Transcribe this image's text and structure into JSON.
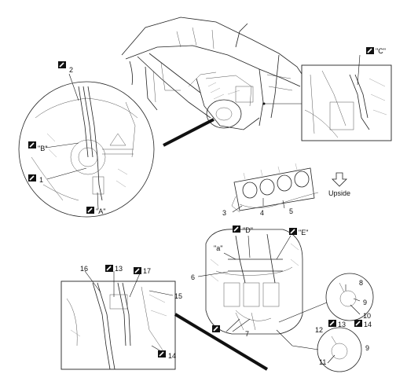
{
  "callouts": {
    "c1": "1",
    "c2": "2",
    "c3": "3",
    "c4": "4",
    "c5": "5",
    "c6": "6",
    "c7": "7",
    "c8": "8",
    "c9a": "9",
    "c9b": "9",
    "c10": "10",
    "c11": "11",
    "c12": "12",
    "c13a": "13",
    "c13b": "13",
    "c14a": "14",
    "c14b": "14",
    "c15": "15",
    "c16": "16",
    "c17": "17"
  },
  "refs": {
    "A": "\"A\"",
    "B": "\"B\"",
    "C": "\"C\"",
    "D": "\"D\"",
    "E": "\"E\"",
    "a": "\"a\""
  },
  "direction": {
    "label": "Upside"
  },
  "icons": {
    "clamp": "clamp-icon",
    "arrow": "hollow-arrow-down-icon"
  }
}
